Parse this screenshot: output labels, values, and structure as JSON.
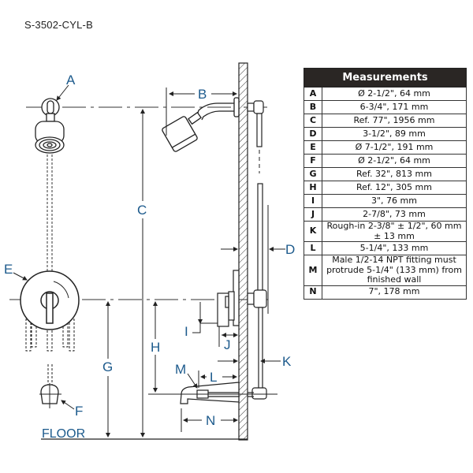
{
  "model_number": "S-3502-CYL-B",
  "labels": {
    "A": "A",
    "B": "B",
    "C": "C",
    "D": "D",
    "E": "E",
    "F": "F",
    "G": "G",
    "H": "H",
    "I": "I",
    "J": "J",
    "K": "K",
    "L": "L",
    "M": "M",
    "N": "N",
    "floor": "FLOOR"
  },
  "table": {
    "title": "Measurements",
    "rows": [
      {
        "key": "A",
        "value": "Ø 2-1/2\", 64 mm"
      },
      {
        "key": "B",
        "value": "6-3/4\", 171 mm"
      },
      {
        "key": "C",
        "value": "Ref. 77\", 1956 mm"
      },
      {
        "key": "D",
        "value": "3-1/2\", 89 mm"
      },
      {
        "key": "E",
        "value": "Ø 7-1/2\", 191 mm"
      },
      {
        "key": "F",
        "value": "Ø 2-1/2\", 64 mm"
      },
      {
        "key": "G",
        "value": "Ref. 32\", 813 mm"
      },
      {
        "key": "H",
        "value": "Ref. 12\", 305 mm"
      },
      {
        "key": "I",
        "value": "3\", 76 mm"
      },
      {
        "key": "J",
        "value": "2-7/8\", 73 mm"
      },
      {
        "key": "K",
        "value": "Rough-in 2-3/8\" ± 1/2\", 60 mm ± 13 mm"
      },
      {
        "key": "L",
        "value": "5-1/4\", 133 mm"
      },
      {
        "key": "M",
        "value": "Male 1/2-14 NPT fitting must protrude 5-1/4\" (133 mm) from finished wall"
      },
      {
        "key": "N",
        "value": "7\", 178 mm"
      }
    ]
  }
}
